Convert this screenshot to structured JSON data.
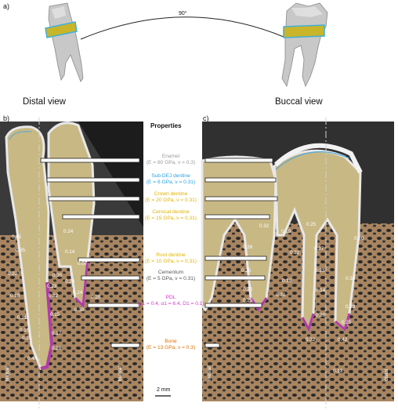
{
  "panels": {
    "a": "a)",
    "b": "b)",
    "c": "c)"
  },
  "angle": "90°",
  "views": {
    "distal": "Distal view",
    "buccal": "Buccal view"
  },
  "properties_title": "Properties",
  "properties": [
    {
      "name": "Enamel",
      "params": "(E = 80 GPa, ν = 0.3)",
      "color": "#9a9a9a"
    },
    {
      "name": "Sub DEJ dentine",
      "params": "(E = 6 GPa, ν = 0.31)",
      "color": "#29a3e0"
    },
    {
      "name": "Crown dentine",
      "params": "(E = 20 GPa, ν = 0.31)",
      "color": "#e0b400"
    },
    {
      "name": "Cervical dentine",
      "params": "(E = 15 GPa, ν = 0.31)",
      "color": "#e0b400"
    },
    {
      "name": "Root dentine",
      "params": "(E = 10 GPa, ν = 0.31)",
      "color": "#e0b400"
    },
    {
      "name": "Cementum",
      "params": "(E = 5 GPa, ν = 0.31)",
      "color": "#555555"
    },
    {
      "name": "PDL",
      "params": "(μ1 = 0.4, α1 = 6.4, D1 = 0.1)",
      "color": "#d838c8"
    },
    {
      "name": "Bone",
      "params": "(E = 13 GPa, ν = 0.3)",
      "color": "#e07000"
    }
  ],
  "left_values": [
    "0.45",
    "0.35",
    "0.22",
    "0.18",
    "0.21",
    "0.15",
    "0.21",
    "0.48",
    "0.24",
    "0.14",
    "0.07",
    "0.35",
    "0.23",
    "0.24",
    "0.12",
    "0.24",
    "0.20",
    "0.39",
    "0.15",
    "0.17",
    "0.28"
  ],
  "right_values": [
    "0.32",
    "0.26",
    "0.25",
    "0.20",
    "0.25",
    "0.19",
    "0.25",
    "0.22",
    "0.27",
    "0.19",
    "0.20",
    "0.33",
    "0.14",
    "0.20",
    "0.32",
    "0.42",
    "0.30",
    "0.33",
    "0.29",
    "0.25",
    "0.13"
  ],
  "sides": {
    "lingual": "lingual",
    "buccal": "buccal",
    "mesial": "mesial",
    "distal": "distal"
  },
  "scale_bar": "2 mm"
}
